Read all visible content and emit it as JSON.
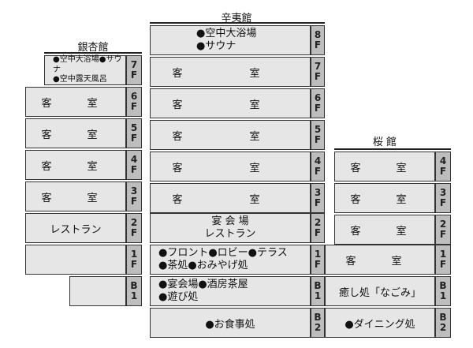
{
  "buildings": {
    "ginkyo": {
      "name": "銀杏館"
    },
    "shini": {
      "name": "辛夷館"
    },
    "sakura": {
      "name": "桜 館"
    }
  },
  "floors": {
    "F8": [
      "8",
      "F"
    ],
    "F7": [
      "7",
      "F"
    ],
    "F6": [
      "6",
      "F"
    ],
    "F5": [
      "5",
      "F"
    ],
    "F4": [
      "4",
      "F"
    ],
    "F3": [
      "3",
      "F"
    ],
    "F2": [
      "2",
      "F"
    ],
    "F1": [
      "1",
      "F"
    ],
    "B1": [
      "B",
      "1"
    ],
    "B2": [
      "B",
      "2"
    ]
  },
  "ginkyo": {
    "f7": [
      "●空中大浴場●サウナ",
      "●空中露天風呂"
    ],
    "f6": "客　室",
    "f5": "客　室",
    "f4": "客　室",
    "f3": "客　室",
    "f2": "レストラン"
  },
  "shini": {
    "f8": [
      "●空中大浴場",
      "●サウナ"
    ],
    "f7": "客　室",
    "f6": "客　室",
    "f5": "客　室",
    "f4": "客　室",
    "f3": "客　室",
    "f2": [
      "宴 会 場",
      "レストラン"
    ],
    "f1": [
      "●フロント●ロビー●テラス",
      "●茶処●おみやげ処"
    ],
    "b1": [
      "●宴会場●酒房茶屋",
      "●遊び処"
    ],
    "b2": "●お食事処"
  },
  "sakura": {
    "f4": "客　室",
    "f3": "客　室",
    "f2": "客　室",
    "f1": "客　室",
    "b1": "癒し処「なごみ」",
    "b2": "●ダイニング処"
  }
}
